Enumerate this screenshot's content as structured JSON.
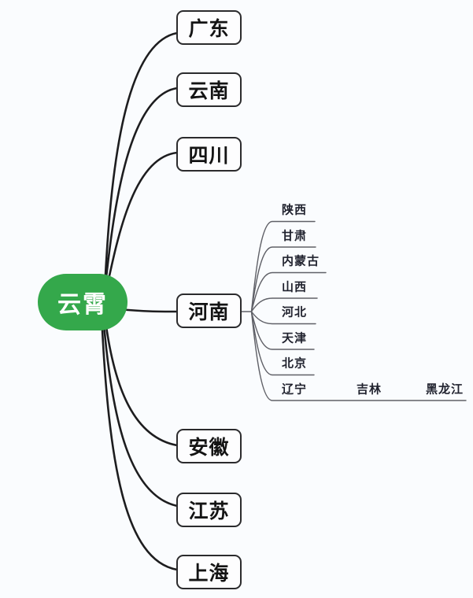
{
  "mindmap": {
    "root": {
      "label": "云霄"
    },
    "branches": [
      {
        "label": "广东"
      },
      {
        "label": "云南"
      },
      {
        "label": "四川"
      },
      {
        "label": "河南",
        "children": [
          {
            "label": "陕西"
          },
          {
            "label": "甘肃"
          },
          {
            "label": "内蒙古"
          },
          {
            "label": "山西"
          },
          {
            "label": "河北"
          },
          {
            "label": "天津"
          },
          {
            "label": "北京"
          },
          {
            "label": "辽宁",
            "children": [
              {
                "label": "吉林",
                "children": [
                  {
                    "label": "黑龙江"
                  }
                ]
              }
            ]
          }
        ]
      },
      {
        "label": "安徽"
      },
      {
        "label": "江苏"
      },
      {
        "label": "上海"
      }
    ]
  },
  "theme": {
    "root_fill": "#34a84b",
    "root_text_color": "#ffffff",
    "branch_line_color": "#1d1d1f",
    "box_border_color": "#2b2b2d",
    "box_text_color": "#141414",
    "child_line_color": "#5f6067",
    "child_text_color": "#20222e",
    "background": "#fafcfe"
  }
}
